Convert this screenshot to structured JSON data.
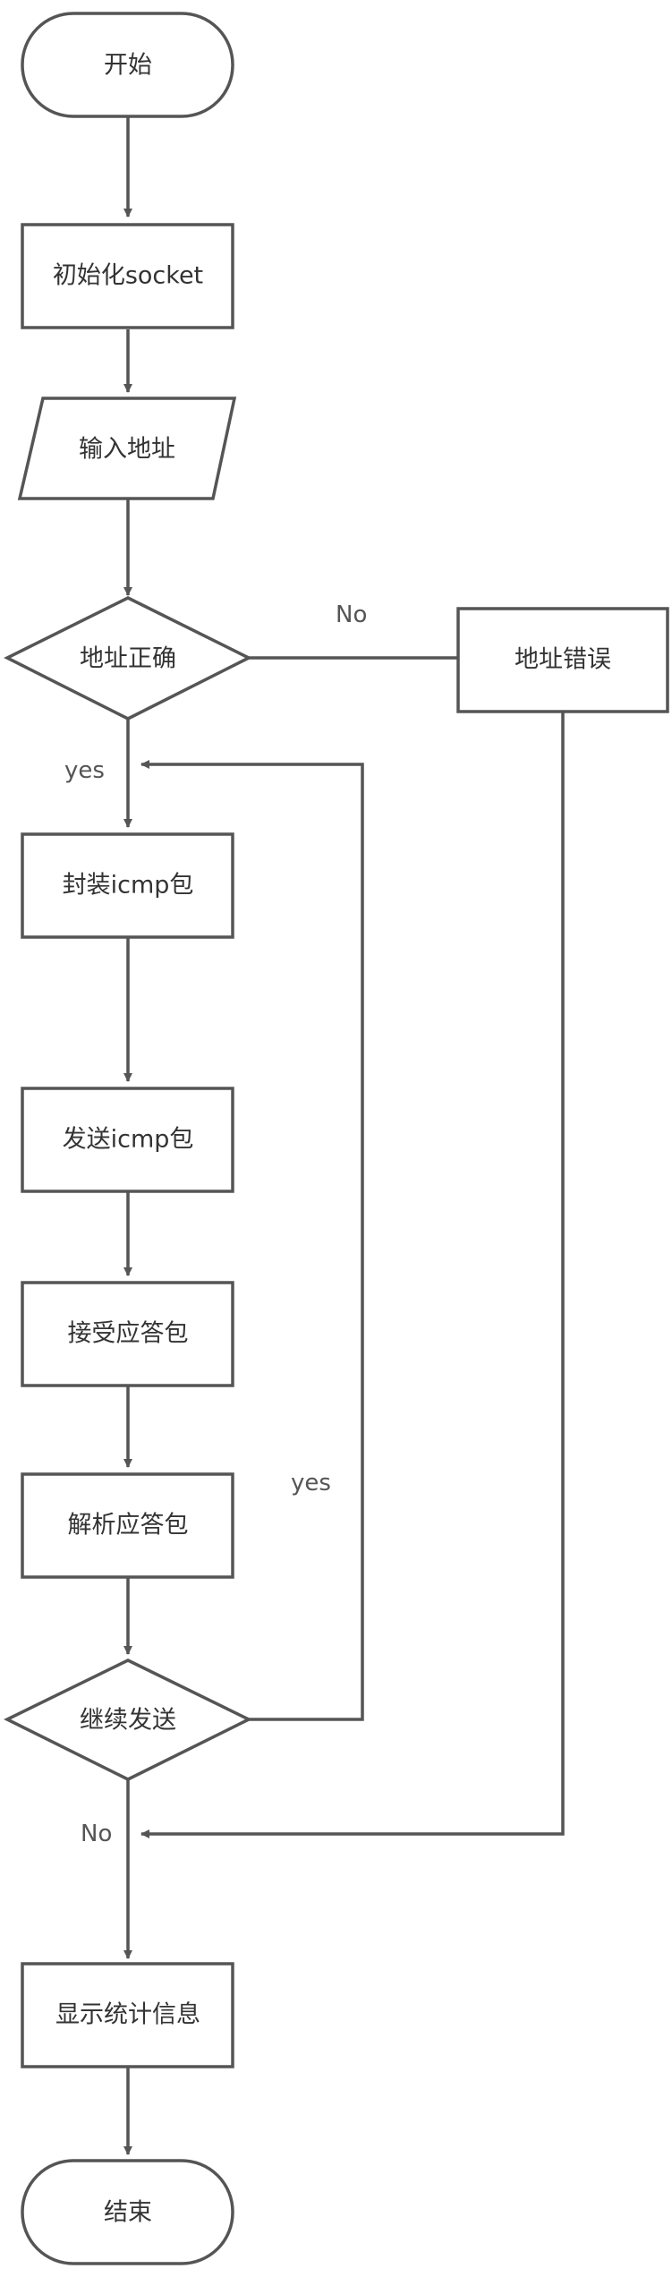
{
  "nodes": {
    "start": "开始",
    "init_socket": "初始化socket",
    "input_address": "输入地址",
    "address_correct": "地址正确",
    "address_error": "地址错误",
    "pack_icmp": "封装icmp包",
    "send_icmp": "发送icmp包",
    "receive_reply": "接受应答包",
    "parse_reply": "解析应答包",
    "continue_send": "继续发送",
    "show_stats": "显示统计信息",
    "end": "结束"
  },
  "edge_labels": {
    "address_no": "No",
    "address_yes": "yes",
    "continue_yes": "yes",
    "continue_no": "No"
  },
  "colors": {
    "stroke": "#555555",
    "fill": "#ffffff",
    "text": "#333333"
  }
}
